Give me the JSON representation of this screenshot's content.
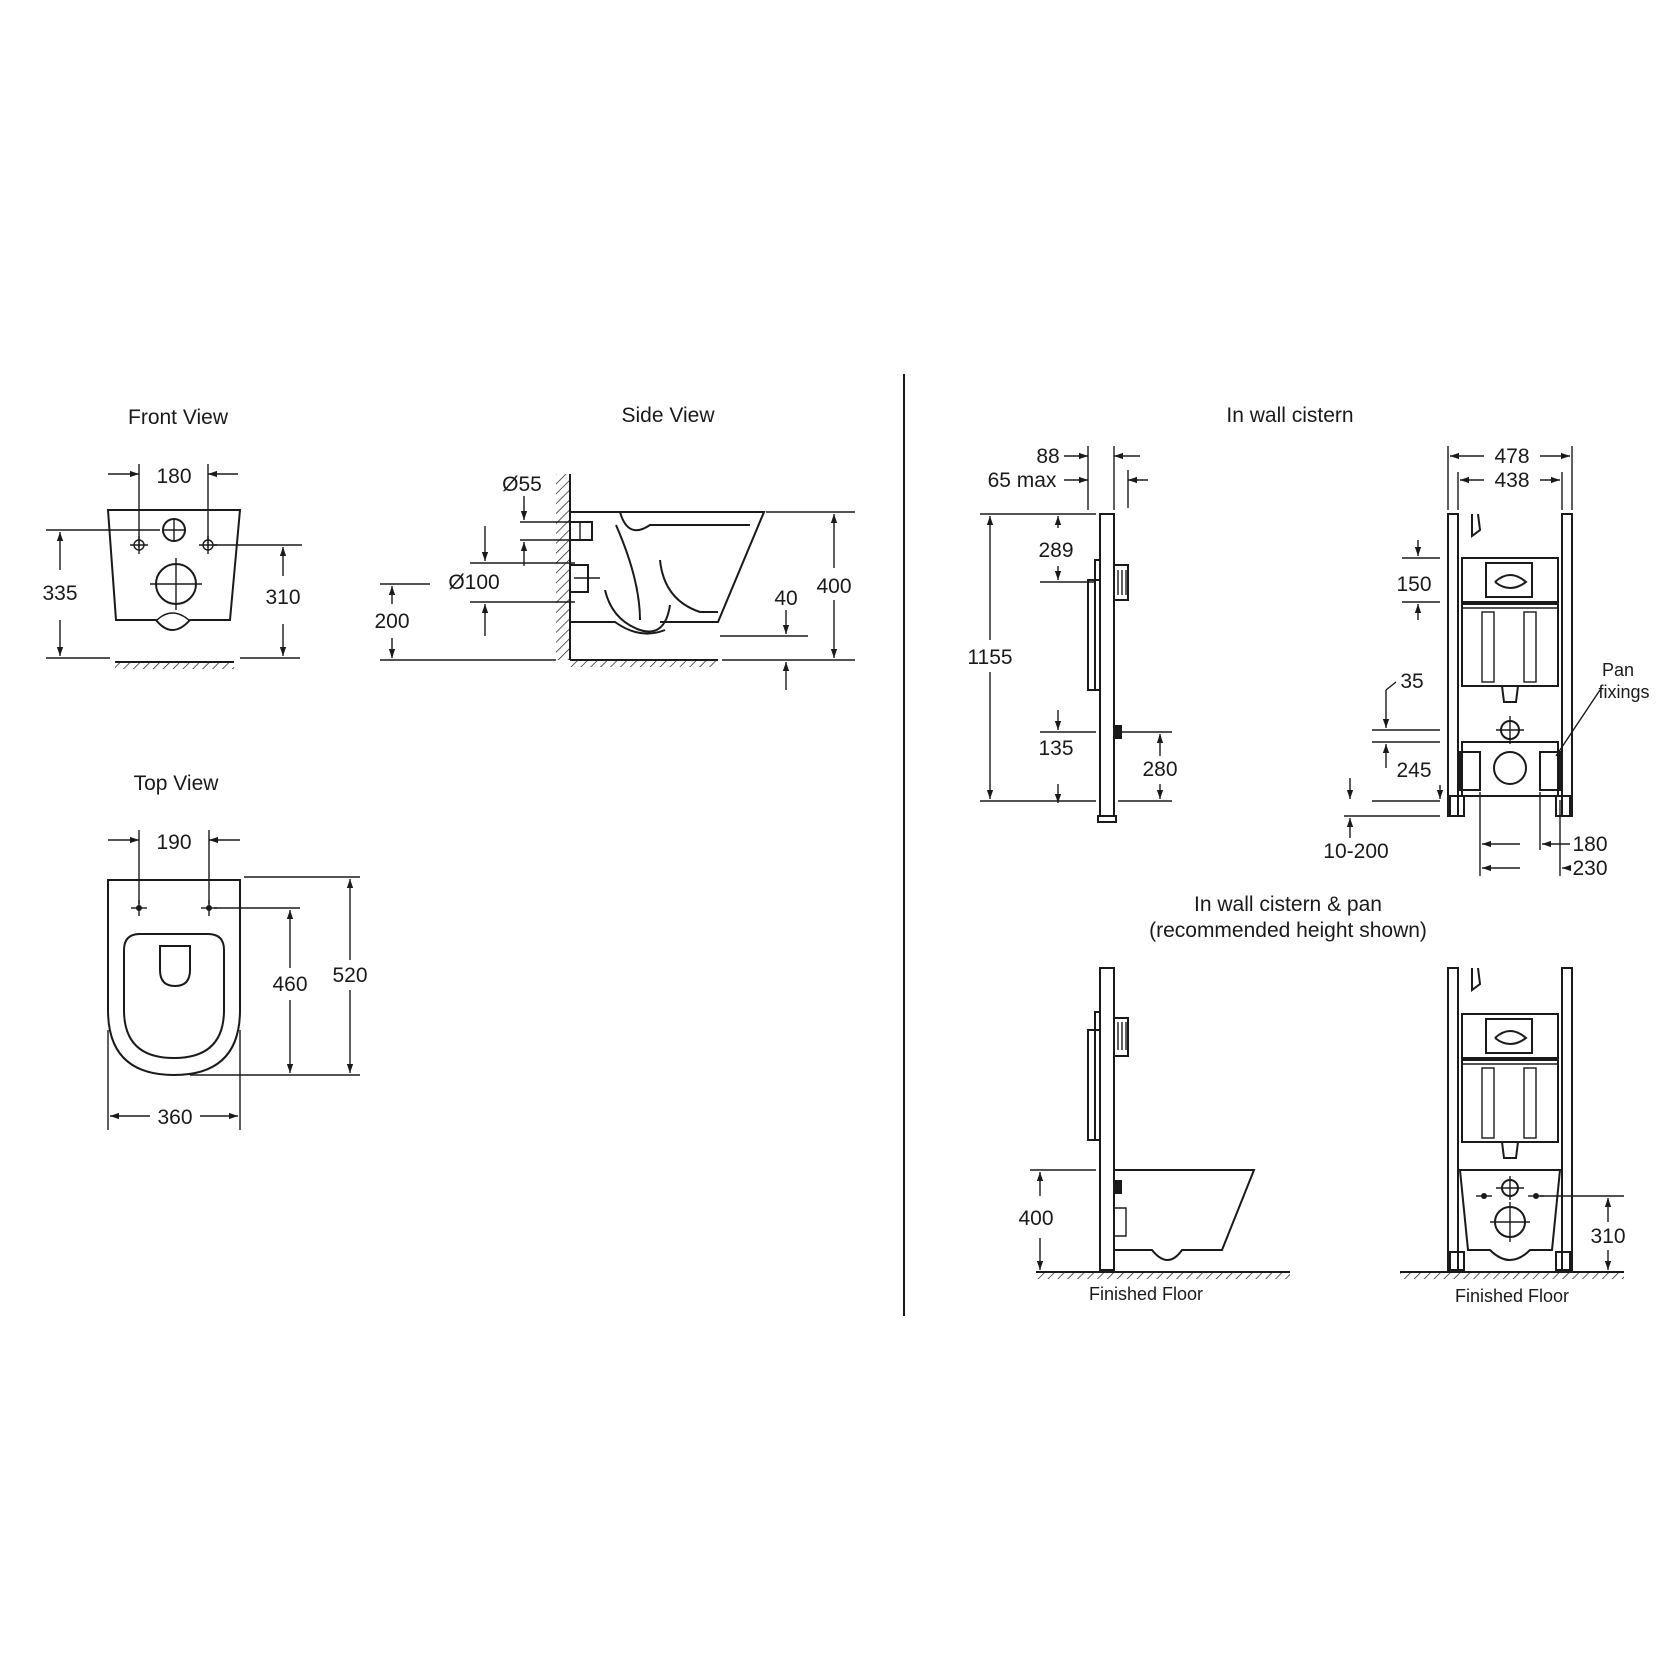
{
  "views": {
    "front": {
      "title": "Front View",
      "dims": {
        "width": "180",
        "height_total": "335",
        "height_holes": "310"
      }
    },
    "side": {
      "title": "Side View",
      "dims": {
        "outlet_dia": "Ø55",
        "inlet_dia": "Ø100",
        "inlet_height": "200",
        "height": "400",
        "gap": "40"
      }
    },
    "top": {
      "title": "Top View",
      "dims": {
        "hole_spacing": "190",
        "hole_depth": "460",
        "depth": "520",
        "width": "360"
      }
    }
  },
  "cistern": {
    "title": "In wall cistern",
    "side": {
      "dims": {
        "depth": "88",
        "depth_max": "65 max",
        "top": "289",
        "height": "1155",
        "low": "135",
        "bottom": "280"
      }
    },
    "front": {
      "dims": {
        "outer": "478",
        "inner": "438",
        "button": "150",
        "gap": "35",
        "fix": "245",
        "adjust": "10-200",
        "studs": "180",
        "plate": "230"
      },
      "note": "Pan\nfixings"
    }
  },
  "assembly": {
    "title_line1": "In wall cistern & pan",
    "title_line2": "(recommended height shown)",
    "side": {
      "dim_height": "400",
      "floor_label": "Finished Floor"
    },
    "front": {
      "dim_height": "310",
      "floor_label": "Finished Floor"
    }
  }
}
